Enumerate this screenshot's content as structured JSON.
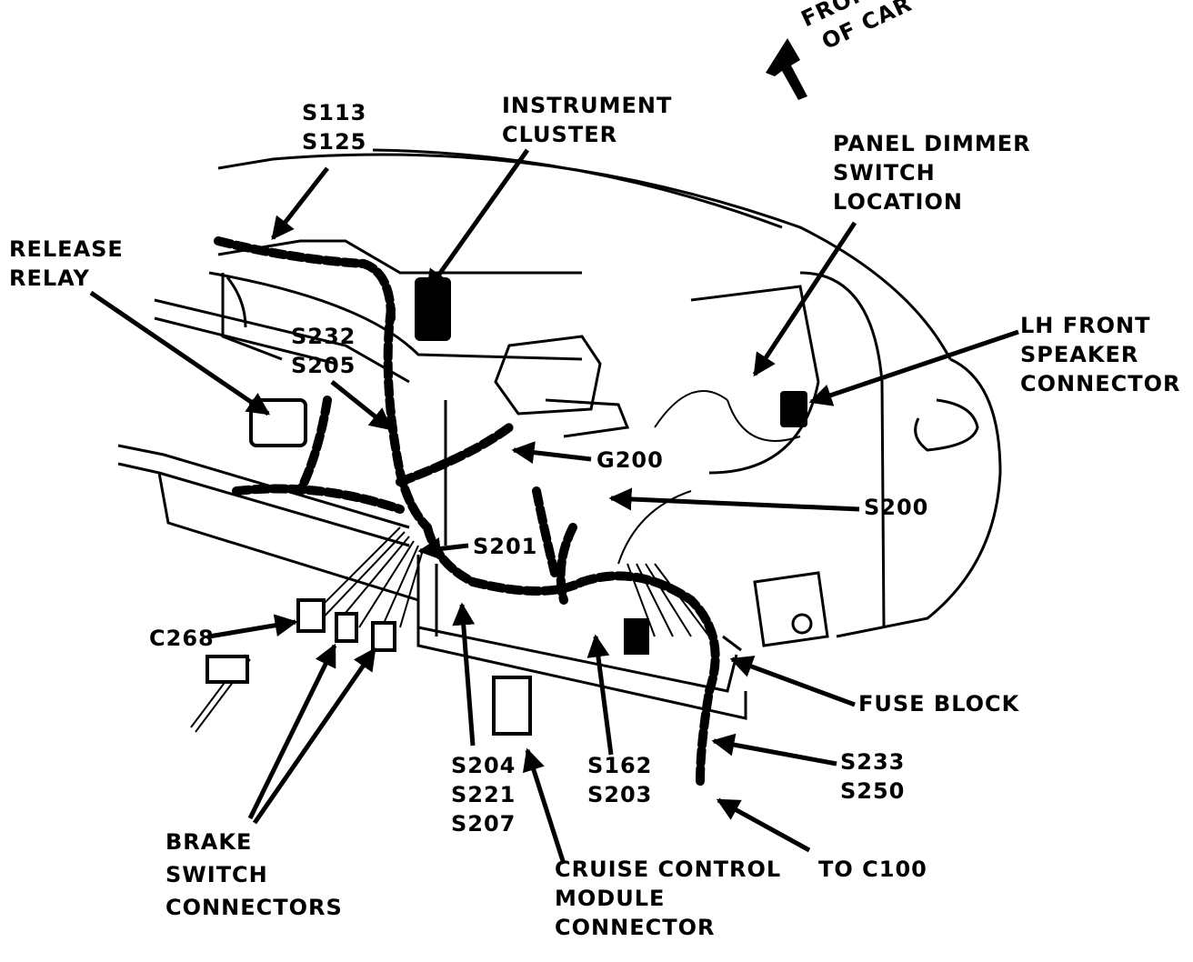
{
  "colors": {
    "ink": "#000000",
    "paper": "#ffffff"
  },
  "labels": {
    "front_of_car": [
      "FRONT",
      "OF CAR"
    ],
    "s113_s125": [
      "S113",
      "S125"
    ],
    "instrument_cluster": [
      "INSTRUMENT",
      "CLUSTER"
    ],
    "panel_dimmer": [
      "PANEL DIMMER",
      "SWITCH",
      "LOCATION"
    ],
    "release_relay": [
      "RELEASE",
      "RELAY"
    ],
    "lh_front_speaker": [
      "LH FRONT",
      "SPEAKER",
      "CONNECTOR"
    ],
    "s232_s205": [
      "S232",
      "S205"
    ],
    "g200": "G200",
    "s200": "S200",
    "s201": "S201",
    "c268": "C268",
    "fuse_block": "FUSE BLOCK",
    "s233_s250": [
      "S233",
      "S250"
    ],
    "s204_s221_s207": [
      "S204",
      "S221",
      "S207"
    ],
    "s162_s203": [
      "S162",
      "S203"
    ],
    "to_c100": "TO C100",
    "brake_switch": [
      "BRAKE",
      "SWITCH",
      "CONNECTORS"
    ],
    "cruise_control": [
      "CRUISE CONTROL",
      "MODULE",
      "CONNECTOR"
    ]
  }
}
